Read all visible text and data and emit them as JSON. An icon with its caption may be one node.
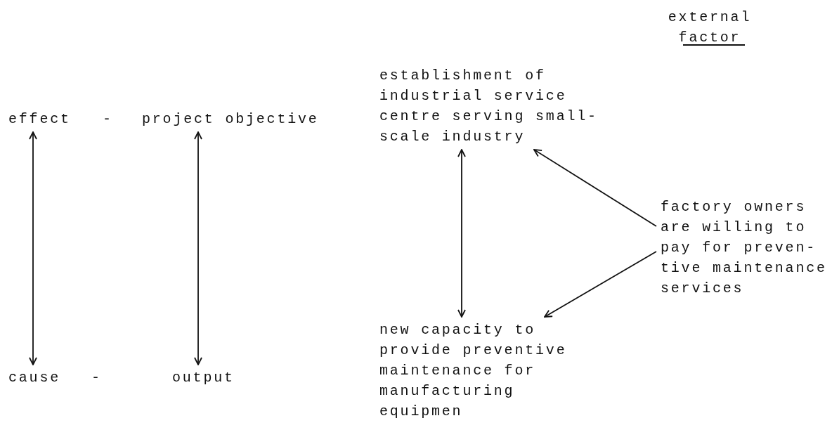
{
  "diagram": {
    "nodes": [
      {
        "text": [
          "effect"
        ]
      },
      {
        "text": [
          "project objective"
        ]
      },
      {
        "text": [
          "establishment of industrial service centre serving small- scale industry"
        ]
      },
      {
        "text": [
          "cause"
        ]
      },
      {
        "text": [
          "output"
        ]
      },
      {
        "text": [
          "new capacity to provide preventive maintenance for manufacturing equipmen"
        ]
      },
      {
        "text": [
          "factory owners are willing to pay for preven- tive maintenance services"
        ]
      }
    ],
    "edges": [
      {
        "from": 0,
        "to": 3,
        "arrow": "both"
      },
      {
        "from": 1,
        "to": 4,
        "arrow": "both"
      },
      {
        "from": 2,
        "to": 5,
        "arrow": "both"
      },
      {
        "from": 6,
        "to": 2,
        "arrow": "to"
      },
      {
        "from": 6,
        "to": 5,
        "arrow": "to"
      }
    ],
    "labels": [
      "external factor",
      "-",
      "-"
    ]
  }
}
